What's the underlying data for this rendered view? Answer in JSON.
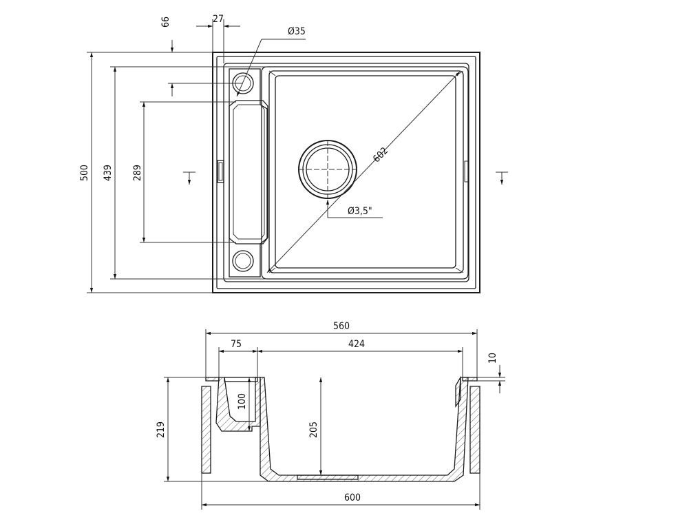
{
  "top_view": {
    "dim_overall_depth": "500",
    "dim_inner_depth": "439",
    "dim_drainer_length": "289",
    "dim_tap_hole_offset": "66",
    "dim_tap_hole_inset": "27",
    "dim_tap_hole_diameter": "Ø35",
    "dim_diagonal": "602",
    "dim_waste_diameter": "Ø3,5\""
  },
  "section_view": {
    "dim_top_width": "560",
    "dim_drainer_width": "75",
    "dim_bowl_width": "424",
    "dim_rim_height": "10",
    "dim_overall_height": "219",
    "dim_drainer_depth": "100",
    "dim_bowl_depth": "205",
    "dim_cabinet_width": "600"
  }
}
